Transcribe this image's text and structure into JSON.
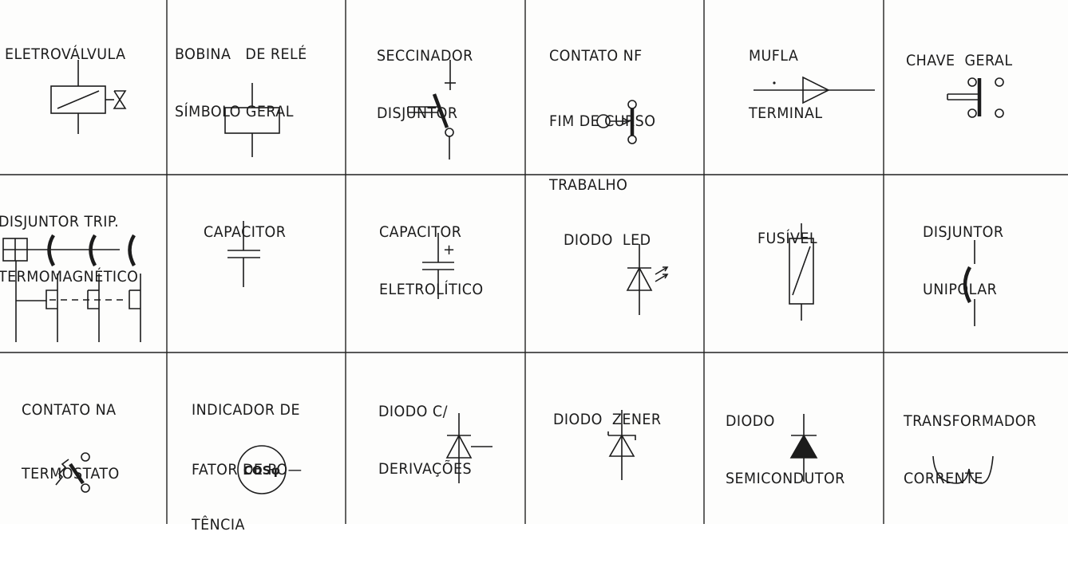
{
  "cells": [
    {
      "id": "eletrovalvula",
      "lines": [
        "ELETROVÁLVULA"
      ]
    },
    {
      "id": "bobina-rele",
      "lines": [
        "BOBINA   DE RELÉ",
        "SÍMBOLO GERAL"
      ]
    },
    {
      "id": "seccionador",
      "lines": [
        "SECCINADOR",
        "DISJUNTOR"
      ]
    },
    {
      "id": "contato-nf",
      "lines": [
        "CONTATO NF",
        "FIM DE CURSO",
        "TRABALHO"
      ]
    },
    {
      "id": "mufla",
      "lines": [
        "MUFLA",
        "TERMINAL"
      ]
    },
    {
      "id": "chave-geral",
      "lines": [
        "CHAVE  GERAL"
      ]
    },
    {
      "id": "disjuntor-trip",
      "lines": [
        "DISJUNTOR TRIP.",
        "TERMOMAGNÉTICO"
      ]
    },
    {
      "id": "capacitor",
      "lines": [
        "CAPACITOR"
      ]
    },
    {
      "id": "capacitor-eletrolitico",
      "lines": [
        "CAPACITOR",
        "ELETROLÍTICO"
      ]
    },
    {
      "id": "diodo-led",
      "lines": [
        "DIODO  LED"
      ]
    },
    {
      "id": "fusivel",
      "lines": [
        "FUSÍVEL"
      ]
    },
    {
      "id": "disjuntor-unipolar",
      "lines": [
        "DISJUNTOR",
        "UNIPOLAR"
      ]
    },
    {
      "id": "contato-na-termostato",
      "lines": [
        "CONTATO NA",
        "TERMOSTATO"
      ]
    },
    {
      "id": "indicador-fator-potencia",
      "lines": [
        "INDICADOR DE",
        "FATOR DE PO—",
        "TÊNCIA"
      ]
    },
    {
      "id": "diodo-derivacoes",
      "lines": [
        "DIODO C/",
        "DERIVAÇÕES"
      ]
    },
    {
      "id": "diodo-zener",
      "lines": [
        "DIODO  ZENER"
      ]
    },
    {
      "id": "diodo-semicondutor",
      "lines": [
        "DIODO",
        "SEMICONDUTOR"
      ]
    },
    {
      "id": "transformador-corrente",
      "lines": [
        "TRANSFORMADOR",
        "CORRENTE"
      ]
    }
  ],
  "symbol_text": {
    "cos_phi": "COSφ",
    "plus": "+"
  }
}
